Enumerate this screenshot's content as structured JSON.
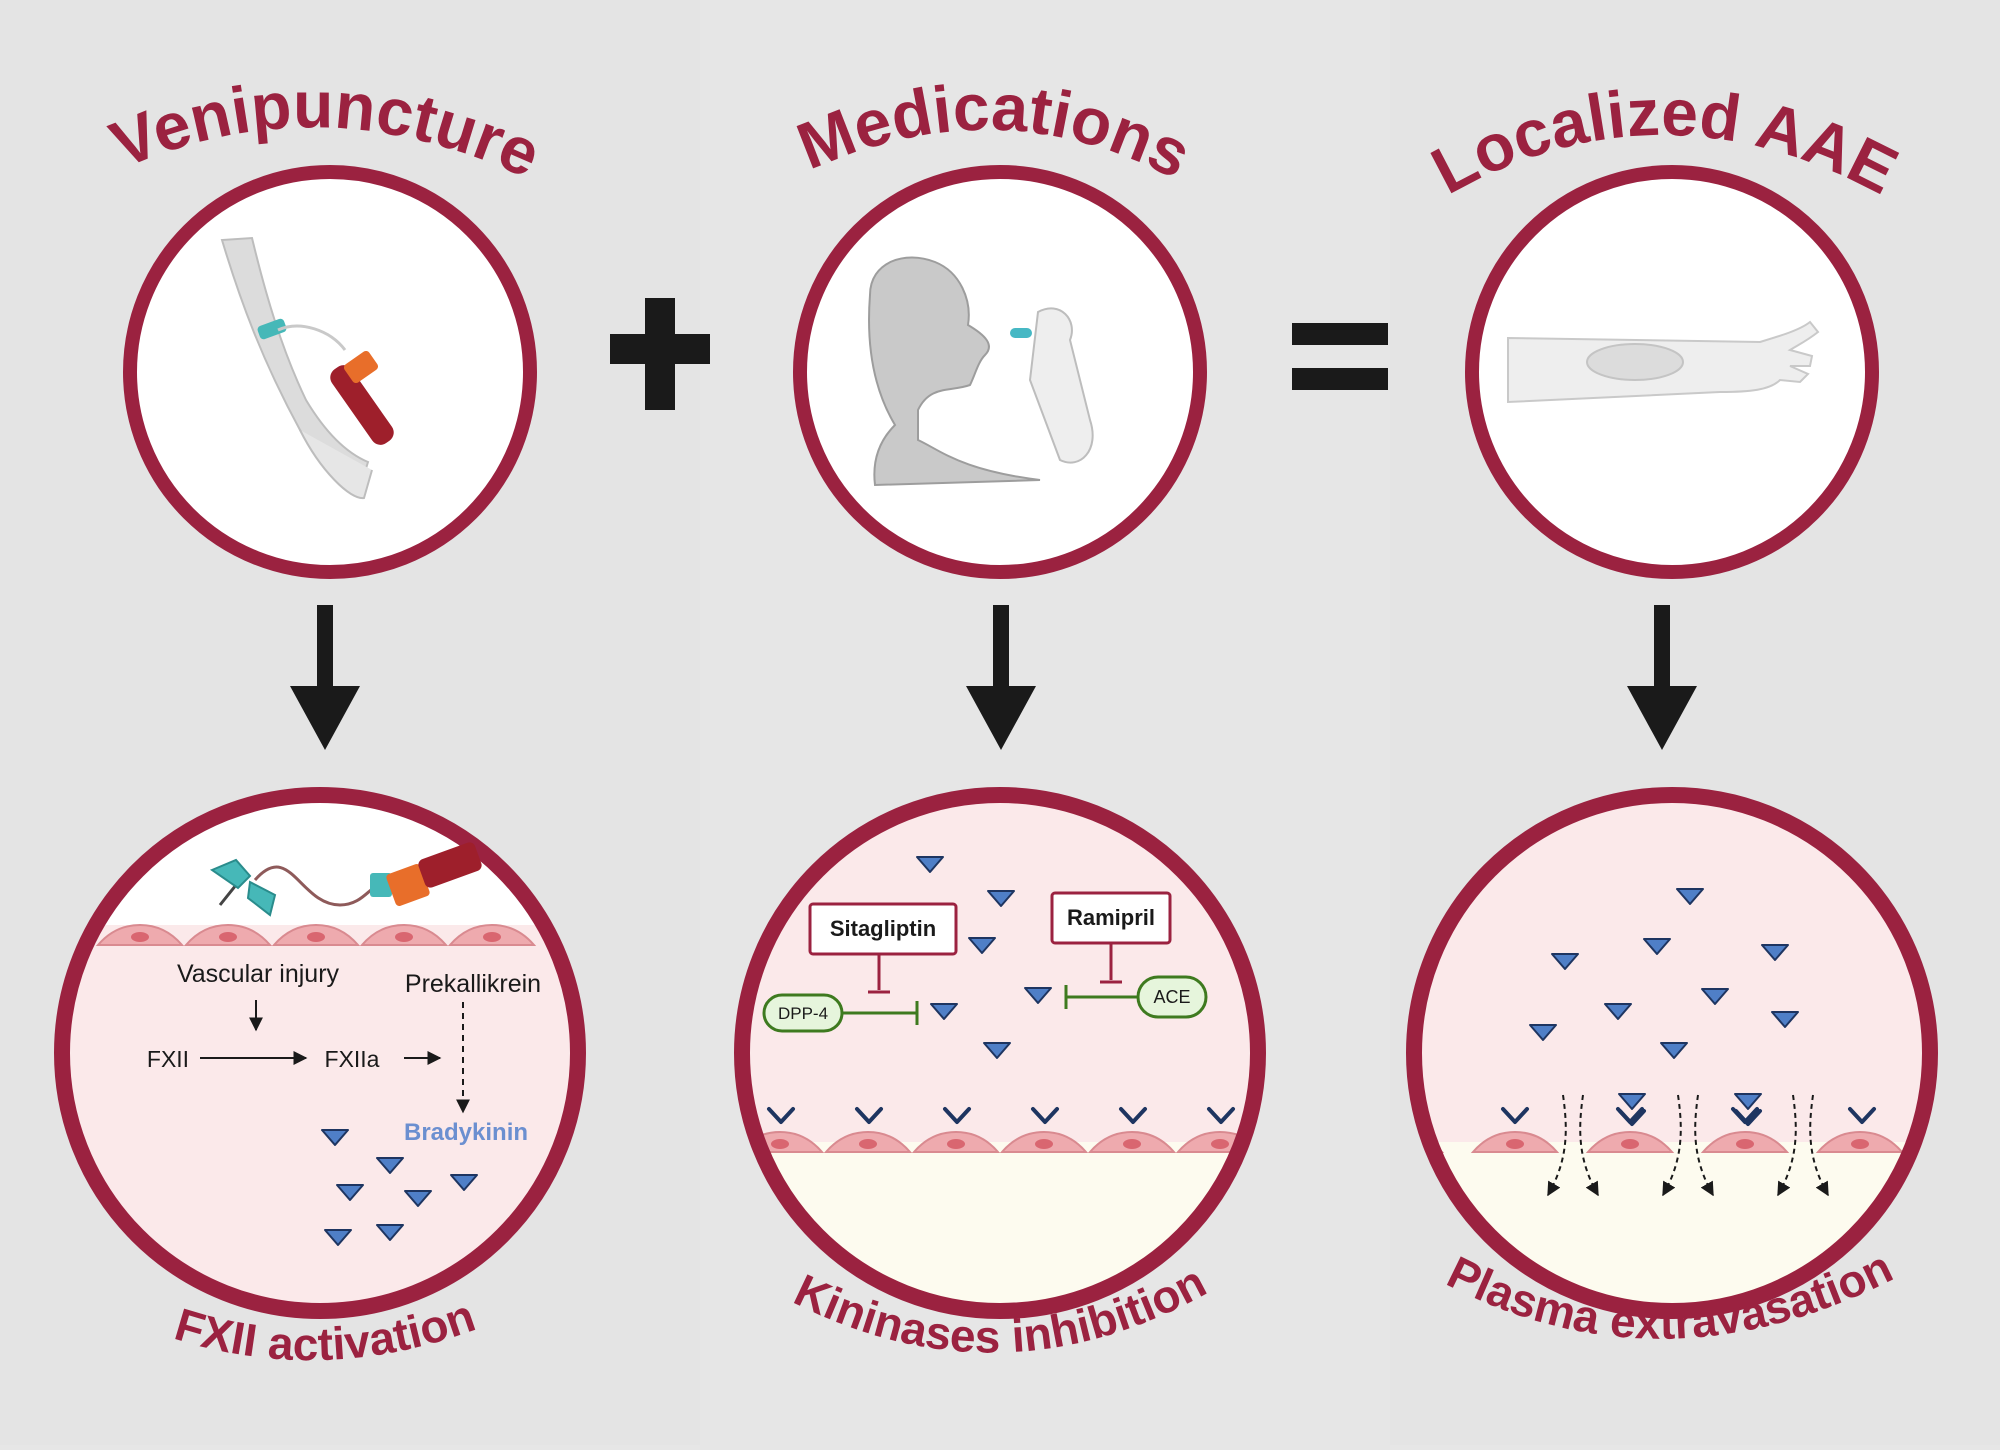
{
  "colors": {
    "maroon": "#9b2240",
    "background": "#e6e6e6",
    "tissue_pink": "#fbe9ea",
    "interstitial_cream": "#fdfbef",
    "endothelial_cell": "#eeaaae",
    "bradykinin_blue": "#4f7fc7",
    "receptor_navy": "#1e3561",
    "enzyme_green": "#3e7a1f",
    "enzyme_fill": "#e6f5dc",
    "bradykinin_label": "#6b8fd0"
  },
  "operators": {
    "plus": "+",
    "equals": "="
  },
  "columns": [
    {
      "title": "Venipuncture",
      "caption": "FXII activation",
      "icon": "arm-blood-draw-icon"
    },
    {
      "title": "Medications",
      "caption": "Kininases inhibition",
      "icon": "person-taking-pill-icon"
    },
    {
      "title": "Localized AAE",
      "caption": "Plasma extravasation",
      "icon": "swollen-forearm-icon"
    }
  ],
  "panel1": {
    "vascular_injury": "Vascular injury",
    "prekallikrein": "Prekallikrein",
    "fxii": "FXII",
    "fxiia": "FXIIa",
    "bradykinin": "Bradykinin"
  },
  "panel2": {
    "sitagliptin": "Sitagliptin",
    "ramipril": "Ramipril",
    "dpp4": "DPP-4",
    "ace": "ACE"
  }
}
